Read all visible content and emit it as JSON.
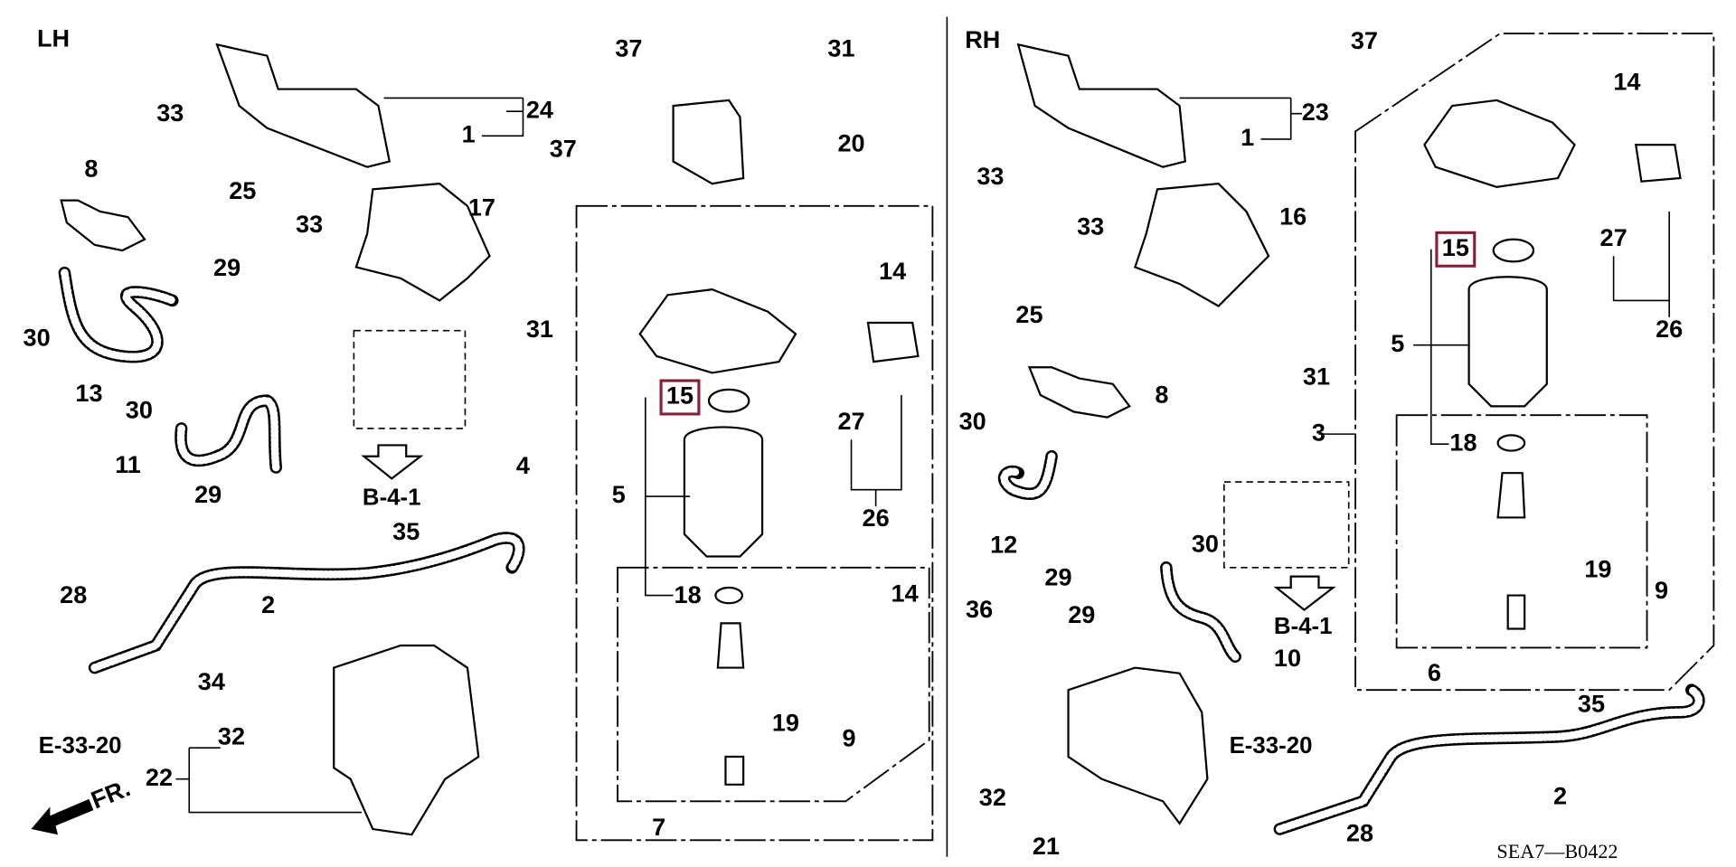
{
  "diagram": {
    "sides": {
      "left": "LH",
      "right": "RH"
    },
    "diagram_code": "SEA7—B0422",
    "front_arrow_label": "FR.",
    "highlight_color": "#8b1a35",
    "references": {
      "lh_b": "B-4-1",
      "lh_e": "E-33-20",
      "rh_b": "B-4-1",
      "rh_e": "E-33-20"
    },
    "lh_labels": [
      "33",
      "24",
      "1",
      "8",
      "25",
      "33",
      "17",
      "29",
      "31",
      "30",
      "13",
      "30",
      "11",
      "29",
      "35",
      "4",
      "28",
      "2",
      "34",
      "32",
      "22"
    ],
    "center_labels": [
      "37",
      "31",
      "37",
      "20",
      "14",
      "15",
      "27",
      "5",
      "26",
      "18",
      "14",
      "19",
      "9",
      "7"
    ],
    "rh_labels": [
      "23",
      "1",
      "33",
      "16",
      "33",
      "25",
      "31",
      "8",
      "30",
      "12",
      "29",
      "30",
      "29",
      "10",
      "36",
      "32",
      "21"
    ],
    "right_labels": [
      "37",
      "14",
      "15",
      "27",
      "5",
      "26",
      "3",
      "18",
      "19",
      "9",
      "6",
      "35",
      "2",
      "28"
    ]
  }
}
